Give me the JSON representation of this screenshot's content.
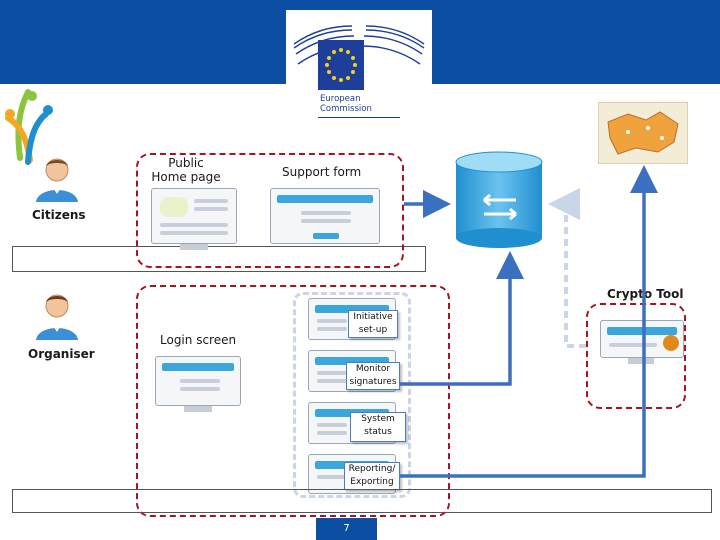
{
  "logo": {
    "line1": "European",
    "line2": "Commission"
  },
  "labels": {
    "citizens": "Citizens",
    "organiser": "Organiser",
    "public_home": "Public Home page",
    "support_form": "Support form",
    "login_screen": "Login screen",
    "crypto_tool": "Crypto Tool"
  },
  "panels": [
    {
      "label": "Initiative set-up"
    },
    {
      "label": "Monitor signatures"
    },
    {
      "label": "System status"
    },
    {
      "label": "Reporting/ Exporting"
    }
  ],
  "page_number": "7",
  "colors": {
    "header": "#0b4ea2",
    "dashed_red": "#a8131f",
    "arrow_blue": "#3b6fc0",
    "dashed_blue": "#c9d6e8"
  },
  "icons": [
    "person-icon",
    "database-icon",
    "map-icon",
    "monitor-icon",
    "people-logo-icon"
  ]
}
